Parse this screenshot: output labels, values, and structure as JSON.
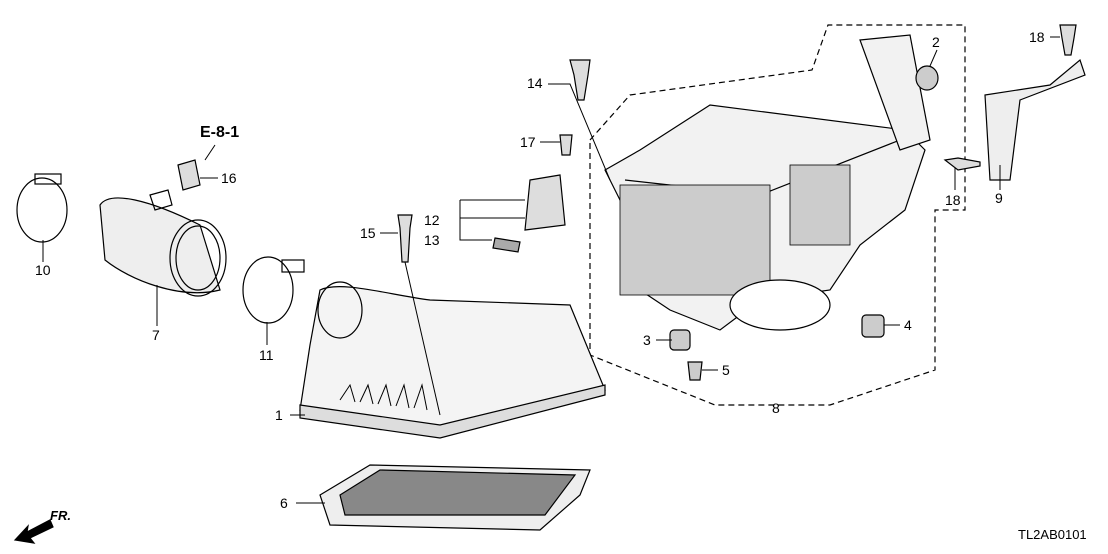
{
  "callouts": {
    "p1": "1",
    "p2": "2",
    "p3": "3",
    "p4": "4",
    "p5": "5",
    "p6": "6",
    "p7": "7",
    "p8": "8",
    "p9": "9",
    "p10": "10",
    "p11": "11",
    "p12": "12",
    "p13": "13",
    "p14": "14",
    "p15": "15",
    "p16": "16",
    "p17": "17",
    "p18a": "18",
    "p18b": "18"
  },
  "reference": "E-8-1",
  "direction": "FR.",
  "diagram_code": "TL2AB0101"
}
